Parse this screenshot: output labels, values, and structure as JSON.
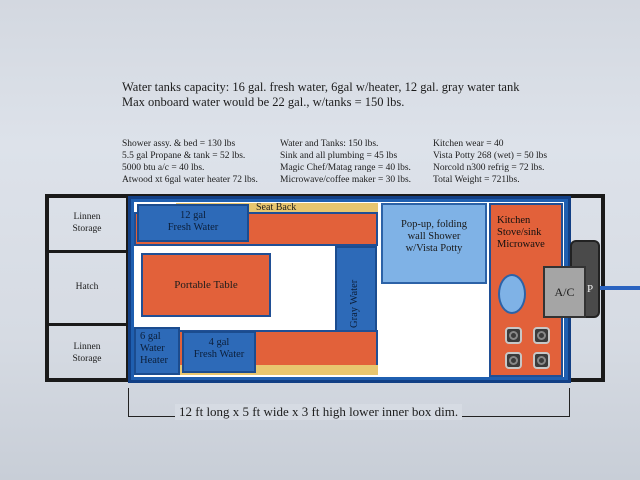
{
  "header": {
    "line1": "Water tanks capacity: 16 gal. fresh water, 6gal w/heater, 12 gal. gray water tank",
    "line2": "Max onboard water would be 22 gal., w/tanks = 150 lbs."
  },
  "weights": {
    "col1": [
      "Shower assy. & bed  = 130 lbs",
      "5.5 gal Propane & tank = 52 lbs.",
      "5000 btu a/c = 40 lbs.",
      "Atwood xt 6gal water heater 72 lbs."
    ],
    "col2": [
      "Water and Tanks:  150 lbs.",
      "Sink and all plumbing = 45 lbs",
      "Magic Chef/Matag range = 40 lbs.",
      "Microwave/coffee maker = 30 lbs."
    ],
    "col3": [
      "Kitchen wear = 40",
      "Vista Potty  268 (wet) = 50 lbs",
      "Norcold n300 refrig = 72 lbs.",
      "  Total Weight = 721lbs."
    ]
  },
  "left_panels": {
    "top": [
      "Linnen",
      "Storage"
    ],
    "middle": "Hatch",
    "bottom": [
      "Linnen",
      "Storage"
    ]
  },
  "blocks": {
    "seat_back": "Seat Back",
    "fresh_top": [
      "12 gal",
      "Fresh Water"
    ],
    "table": "Portable Table",
    "gray_water": "Gray Water",
    "shower": [
      "Pop-up, folding",
      "wall Shower",
      "w/Vista Potty"
    ],
    "kitchen": [
      "Kitchen",
      "Stove/sink",
      "Microwave"
    ],
    "ac": "A/C",
    "ac_suffix": "P",
    "heater": [
      "6 gal",
      "Water",
      "Heater"
    ],
    "fresh_bottom": [
      "4 gal",
      "Fresh Water"
    ]
  },
  "dimensions": "12 ft long  x 5 ft wide x 3 ft high lower inner box dim.",
  "colors": {
    "orange": "#e2613a",
    "blue": "#2d6ab8",
    "light_blue": "#7fb2e6",
    "tan": "#e8c66f",
    "outline": "#1a1a1a"
  }
}
